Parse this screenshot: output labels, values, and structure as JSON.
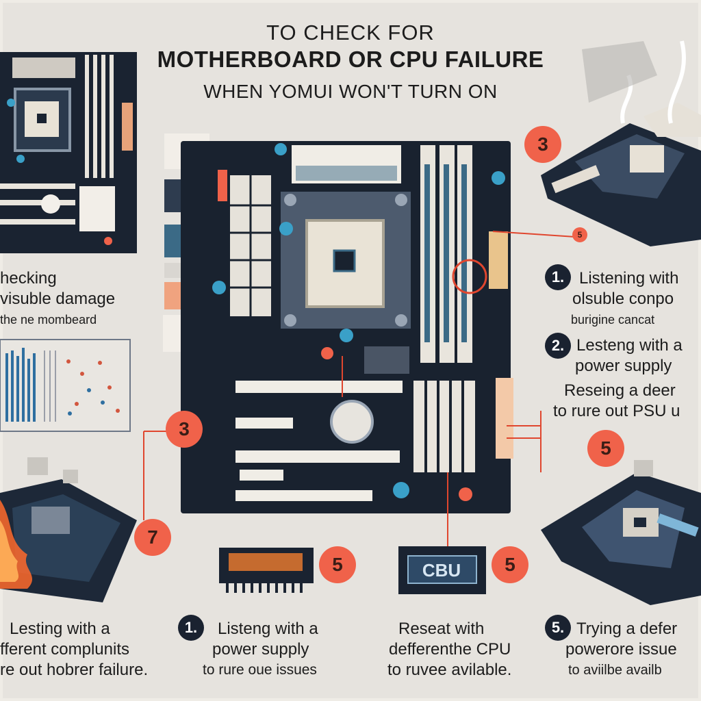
{
  "title": {
    "line1": "TO CHECK FOR",
    "line2": "MOTHERBOARD OR CPU FAILURE",
    "line3": "WHEN YOMUI WON'T TURN ON"
  },
  "left_top_caption": [
    "hecking",
    "visuble damage",
    "the ne mombeard"
  ],
  "left_bottom_caption": [
    "Lesting with a",
    "fferent complunits",
    "re out hobrer failure."
  ],
  "mid_left_caption": [
    "Listeng with a",
    "power supply",
    "to rure oue issues"
  ],
  "mid_right_caption": [
    "Reseat with",
    "defferenthe CPU",
    "to ruvee avilable."
  ],
  "right_step1": [
    "Listening with",
    "olsuble conpo",
    "burigine cancat"
  ],
  "right_step2": [
    "Lesteng with a",
    "power supply",
    "Reseing a deer",
    "to rure out PSU u"
  ],
  "right_step5": [
    "Trying a defer",
    "powerore issue",
    "to aviilbe availb"
  ],
  "badges": {
    "b1": "1.",
    "b2": "2.",
    "b3": "3",
    "b3b": "3",
    "b5a": "5",
    "b5b": "5",
    "b7": "7",
    "b4": "5",
    "mid1": "1.",
    "right5": "5."
  },
  "cpu_label": "CBU",
  "colors": {
    "accent": "#f0624a",
    "board": "#1a2230",
    "background": "#e6e3de"
  }
}
